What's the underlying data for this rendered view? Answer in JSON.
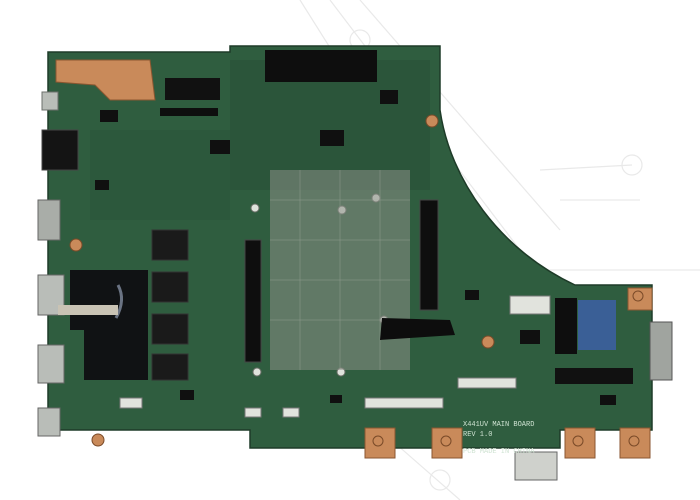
{
  "board": {
    "silkscreen_model": "X441UV MAIN BOARD",
    "silkscreen_rev": "REV 1.0",
    "silkscreen_origin": "PCB MADE IN CHINA"
  },
  "colors": {
    "background": "#ffffff",
    "pcb": "#2f5d3f",
    "pcb_dark": "#244a32",
    "copper": "#c98a5a",
    "metal": "#b9bdb8",
    "chip": "#1a1a1a",
    "connector": "#0e0e0e",
    "tape": "#101214",
    "shield": "#8a8f86",
    "blue_label": "#3c5fa6"
  }
}
